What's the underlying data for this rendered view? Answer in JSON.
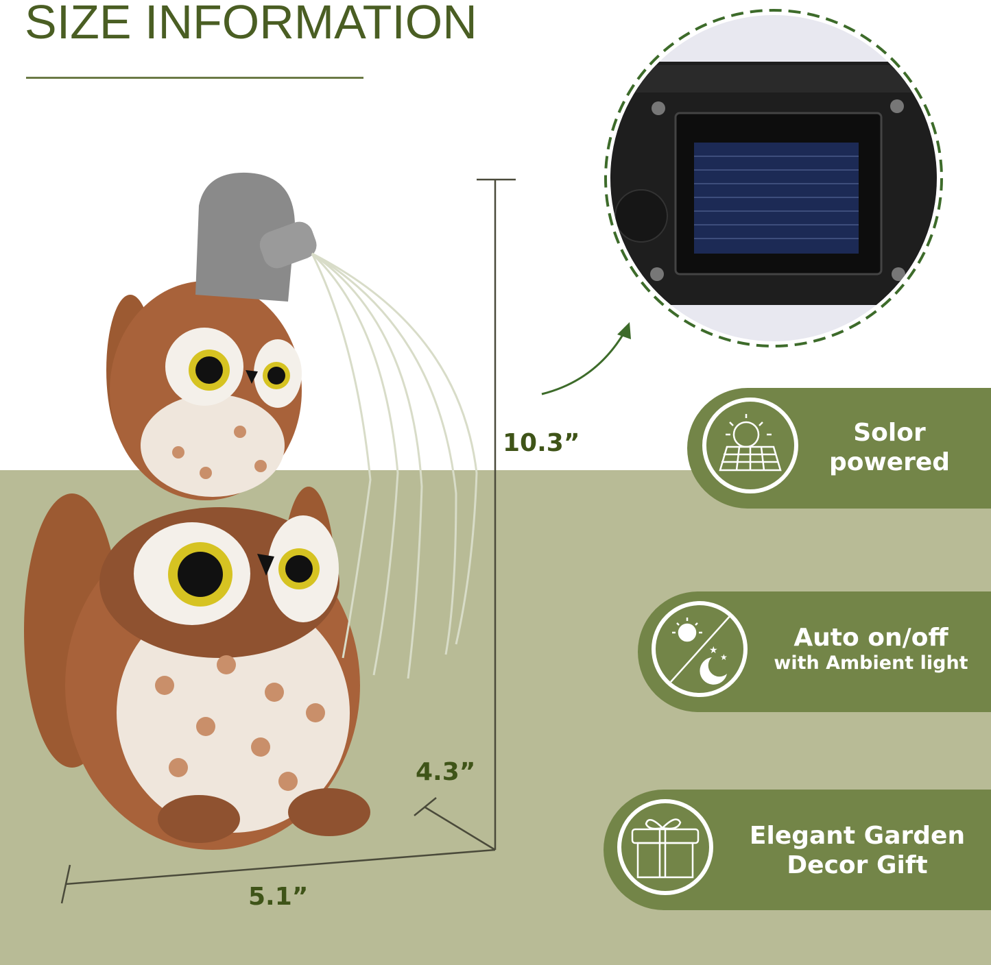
{
  "title": "SIZE INFORMATION",
  "dimensions": {
    "height": "10.3”",
    "depth": "4.3”",
    "width": "5.1”"
  },
  "features": [
    {
      "icon": "solar-panel-sun-icon",
      "line1": "Solor",
      "line2": "powered"
    },
    {
      "icon": "day-night-icon",
      "line1": "Auto on/off",
      "line2": "with Ambient light"
    },
    {
      "icon": "gift-box-icon",
      "line1": "Elegant Garden",
      "line2": "Decor Gift"
    }
  ],
  "colors": {
    "title": "#4a5e23",
    "badge": "#738548",
    "background_lower": "#b8bb96",
    "dashed_ring": "#3d6b2a"
  }
}
